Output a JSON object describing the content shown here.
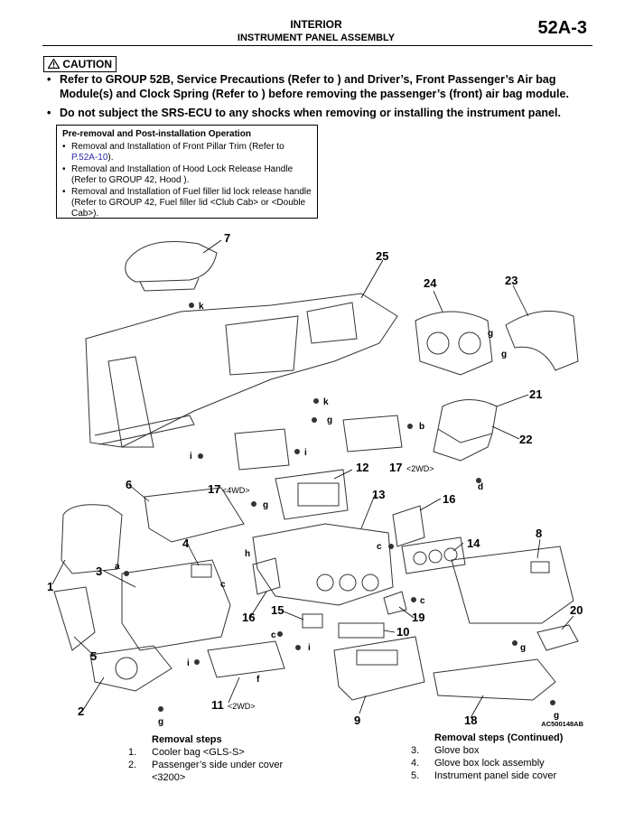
{
  "header": {
    "section": "INTERIOR",
    "subsection": "INSTRUMENT PANEL ASSEMBLY",
    "page_number": "52A-3"
  },
  "caution": {
    "label": "CAUTION",
    "items": [
      "Refer to GROUP 52B, Service Precautions (Refer to ) and Driver’s, Front Passenger’s Air bag Module(s) and Clock Spring (Refer to ) before removing the passenger’s (front) air bag module.",
      "Do not subject the SRS-ECU to any shocks when removing or installing the instrument panel."
    ]
  },
  "pre_removal": {
    "title": "Pre-removal and Post-installation Operation",
    "item1_text": "Removal and Installation of Front Pillar Trim (Refer to ",
    "item1_link": "P.52A-10",
    "item1_end": ").",
    "item2": "Removal and Installation of Hood Lock Release Handle (Refer to GROUP 42, Hood ).",
    "item3": "Removal and Installation of Fuel filler lid lock release handle (Refer to GROUP 42, Fuel filler lid <Club Cab> or <Double Cab>)."
  },
  "diagram": {
    "callouts": [
      "1",
      "2",
      "3",
      "4",
      "5",
      "6",
      "7",
      "8",
      "9",
      "10",
      "11",
      "12",
      "13",
      "14",
      "15",
      "16",
      "16",
      "17",
      "17",
      "18",
      "19",
      "20",
      "21",
      "22",
      "23",
      "24",
      "25"
    ],
    "variant_4wd": "<4WD>",
    "variant_2wd": "<2WD>",
    "variant_2wd_b": "<2WD>",
    "fasteners": [
      "a",
      "b",
      "c",
      "d",
      "f",
      "g",
      "h",
      "i",
      "k"
    ],
    "figure_id": "AC500148AB"
  },
  "removal_steps": {
    "title": "Removal steps",
    "items": [
      {
        "num": "1.",
        "text": "Cooler bag <GLS-S>"
      },
      {
        "num": "2.",
        "text": "Passenger’s side under cover <3200>"
      }
    ]
  },
  "removal_steps_cont": {
    "title": "Removal steps (Continued)",
    "items": [
      {
        "num": "3.",
        "text": "Glove box"
      },
      {
        "num": "4.",
        "text": "Glove box lock assembly"
      },
      {
        "num": "5.",
        "text": "Instrument panel side cover"
      }
    ]
  },
  "colors": {
    "text": "#000000",
    "link": "#2a2aa8",
    "line": "#333333"
  },
  "icons": {
    "caution": "warning-triangle-icon"
  }
}
